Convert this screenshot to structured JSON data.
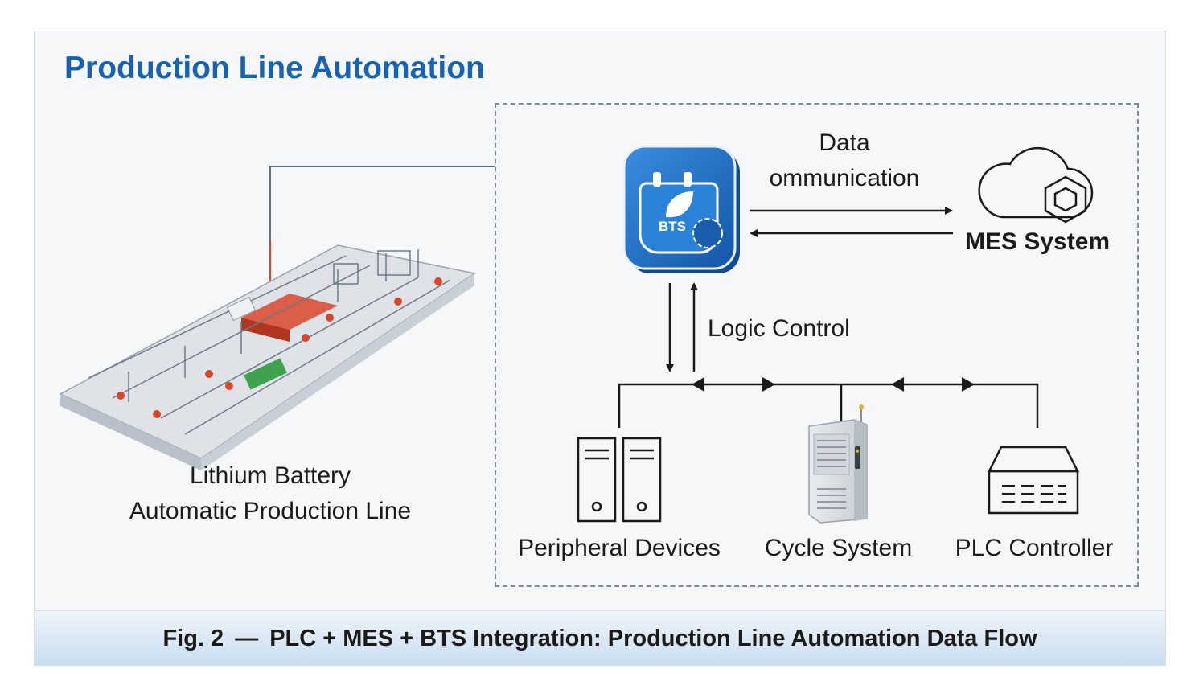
{
  "title": "Production Line Automation",
  "production_line": {
    "line1": "Lithium Battery",
    "line2": "Automatic Production Line"
  },
  "bts_badge": "BTS",
  "data_comm": {
    "line1": "Data",
    "line2": "ommunication"
  },
  "mes_label": "MES System",
  "logic_label": "Logic Control",
  "devices": [
    {
      "label": "Peripheral Devices",
      "icon": "server-tower-icon"
    },
    {
      "label": "Cycle System",
      "icon": "cycle-cabinet-icon"
    },
    {
      "label": "PLC Controller",
      "icon": "plc-controller-icon"
    }
  ],
  "caption": {
    "part1": "Fig. 2",
    "dash": "—",
    "part2": "PLC + MES + BTS Integration: Production Line Automation Data Flow"
  },
  "colors": {
    "title": "#1763b2",
    "bts_blue": "#1e6fc8",
    "highlight_red": "#d9472b",
    "line": "#1b1b1b",
    "caption_bg": "#c9def0"
  }
}
